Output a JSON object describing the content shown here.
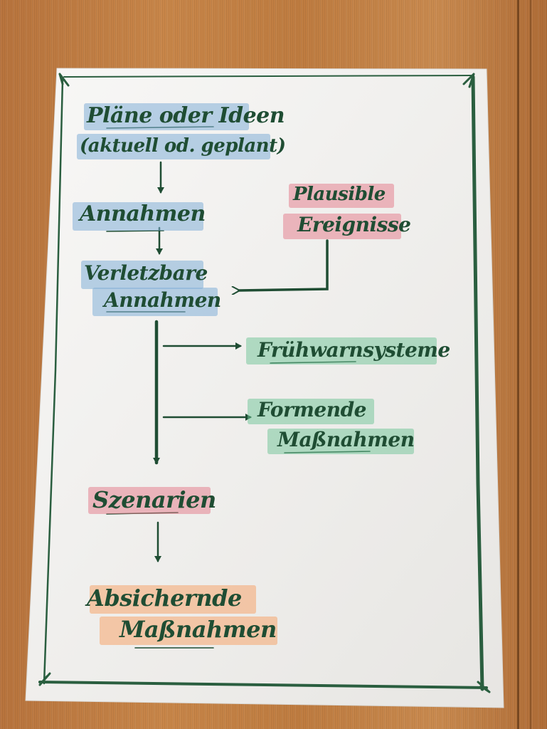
{
  "flipchart": {
    "plans_line1": "Pläne oder Ideen",
    "plans_line2": "(aktuell od. geplant)",
    "assumptions": "Annahmen",
    "vulnerable_line1": "Verletzbare",
    "vulnerable_line2": "Annahmen",
    "plausible_line1": "Plausible",
    "plausible_line2": "Ereignisse",
    "early_warning": "Frühwarnsysteme",
    "shaping_line1": "Formende",
    "shaping_line2": "Maßnahmen",
    "scenarios": "Szenarien",
    "hedging_line1": "Absichernde",
    "hedging_line2": "Maßnahmen"
  },
  "colors": {
    "ink": "#1f4d33",
    "highlight_blue": "#82afd7",
    "highlight_red": "#e47887",
    "highlight_green": "#6ec396",
    "highlight_orange": "#f5a56e",
    "paper": "#f4f3f1",
    "wood": "#c08043"
  }
}
